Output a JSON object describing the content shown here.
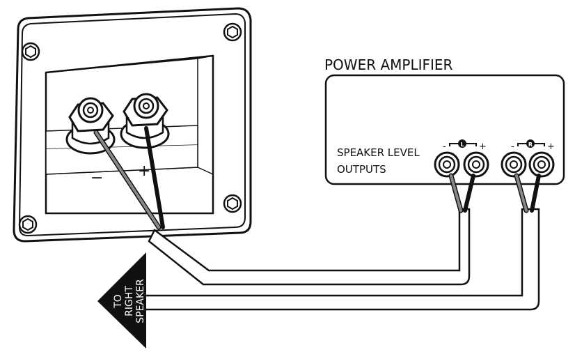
{
  "amplifier": {
    "title": "POWER AMPLIFIER",
    "output_label_line1": "SPEAKER LEVEL",
    "output_label_line2": "OUTPUTS",
    "left_channel": {
      "badge": "L",
      "minus": "-",
      "plus": "+"
    },
    "right_channel": {
      "badge": "R",
      "minus": "-",
      "plus": "+"
    }
  },
  "speaker_panel": {
    "minus_symbol": "−",
    "plus_symbol": "+"
  },
  "arrow": {
    "line1": "TO",
    "line2": "RIGHT",
    "line3": "SPEAKER"
  }
}
